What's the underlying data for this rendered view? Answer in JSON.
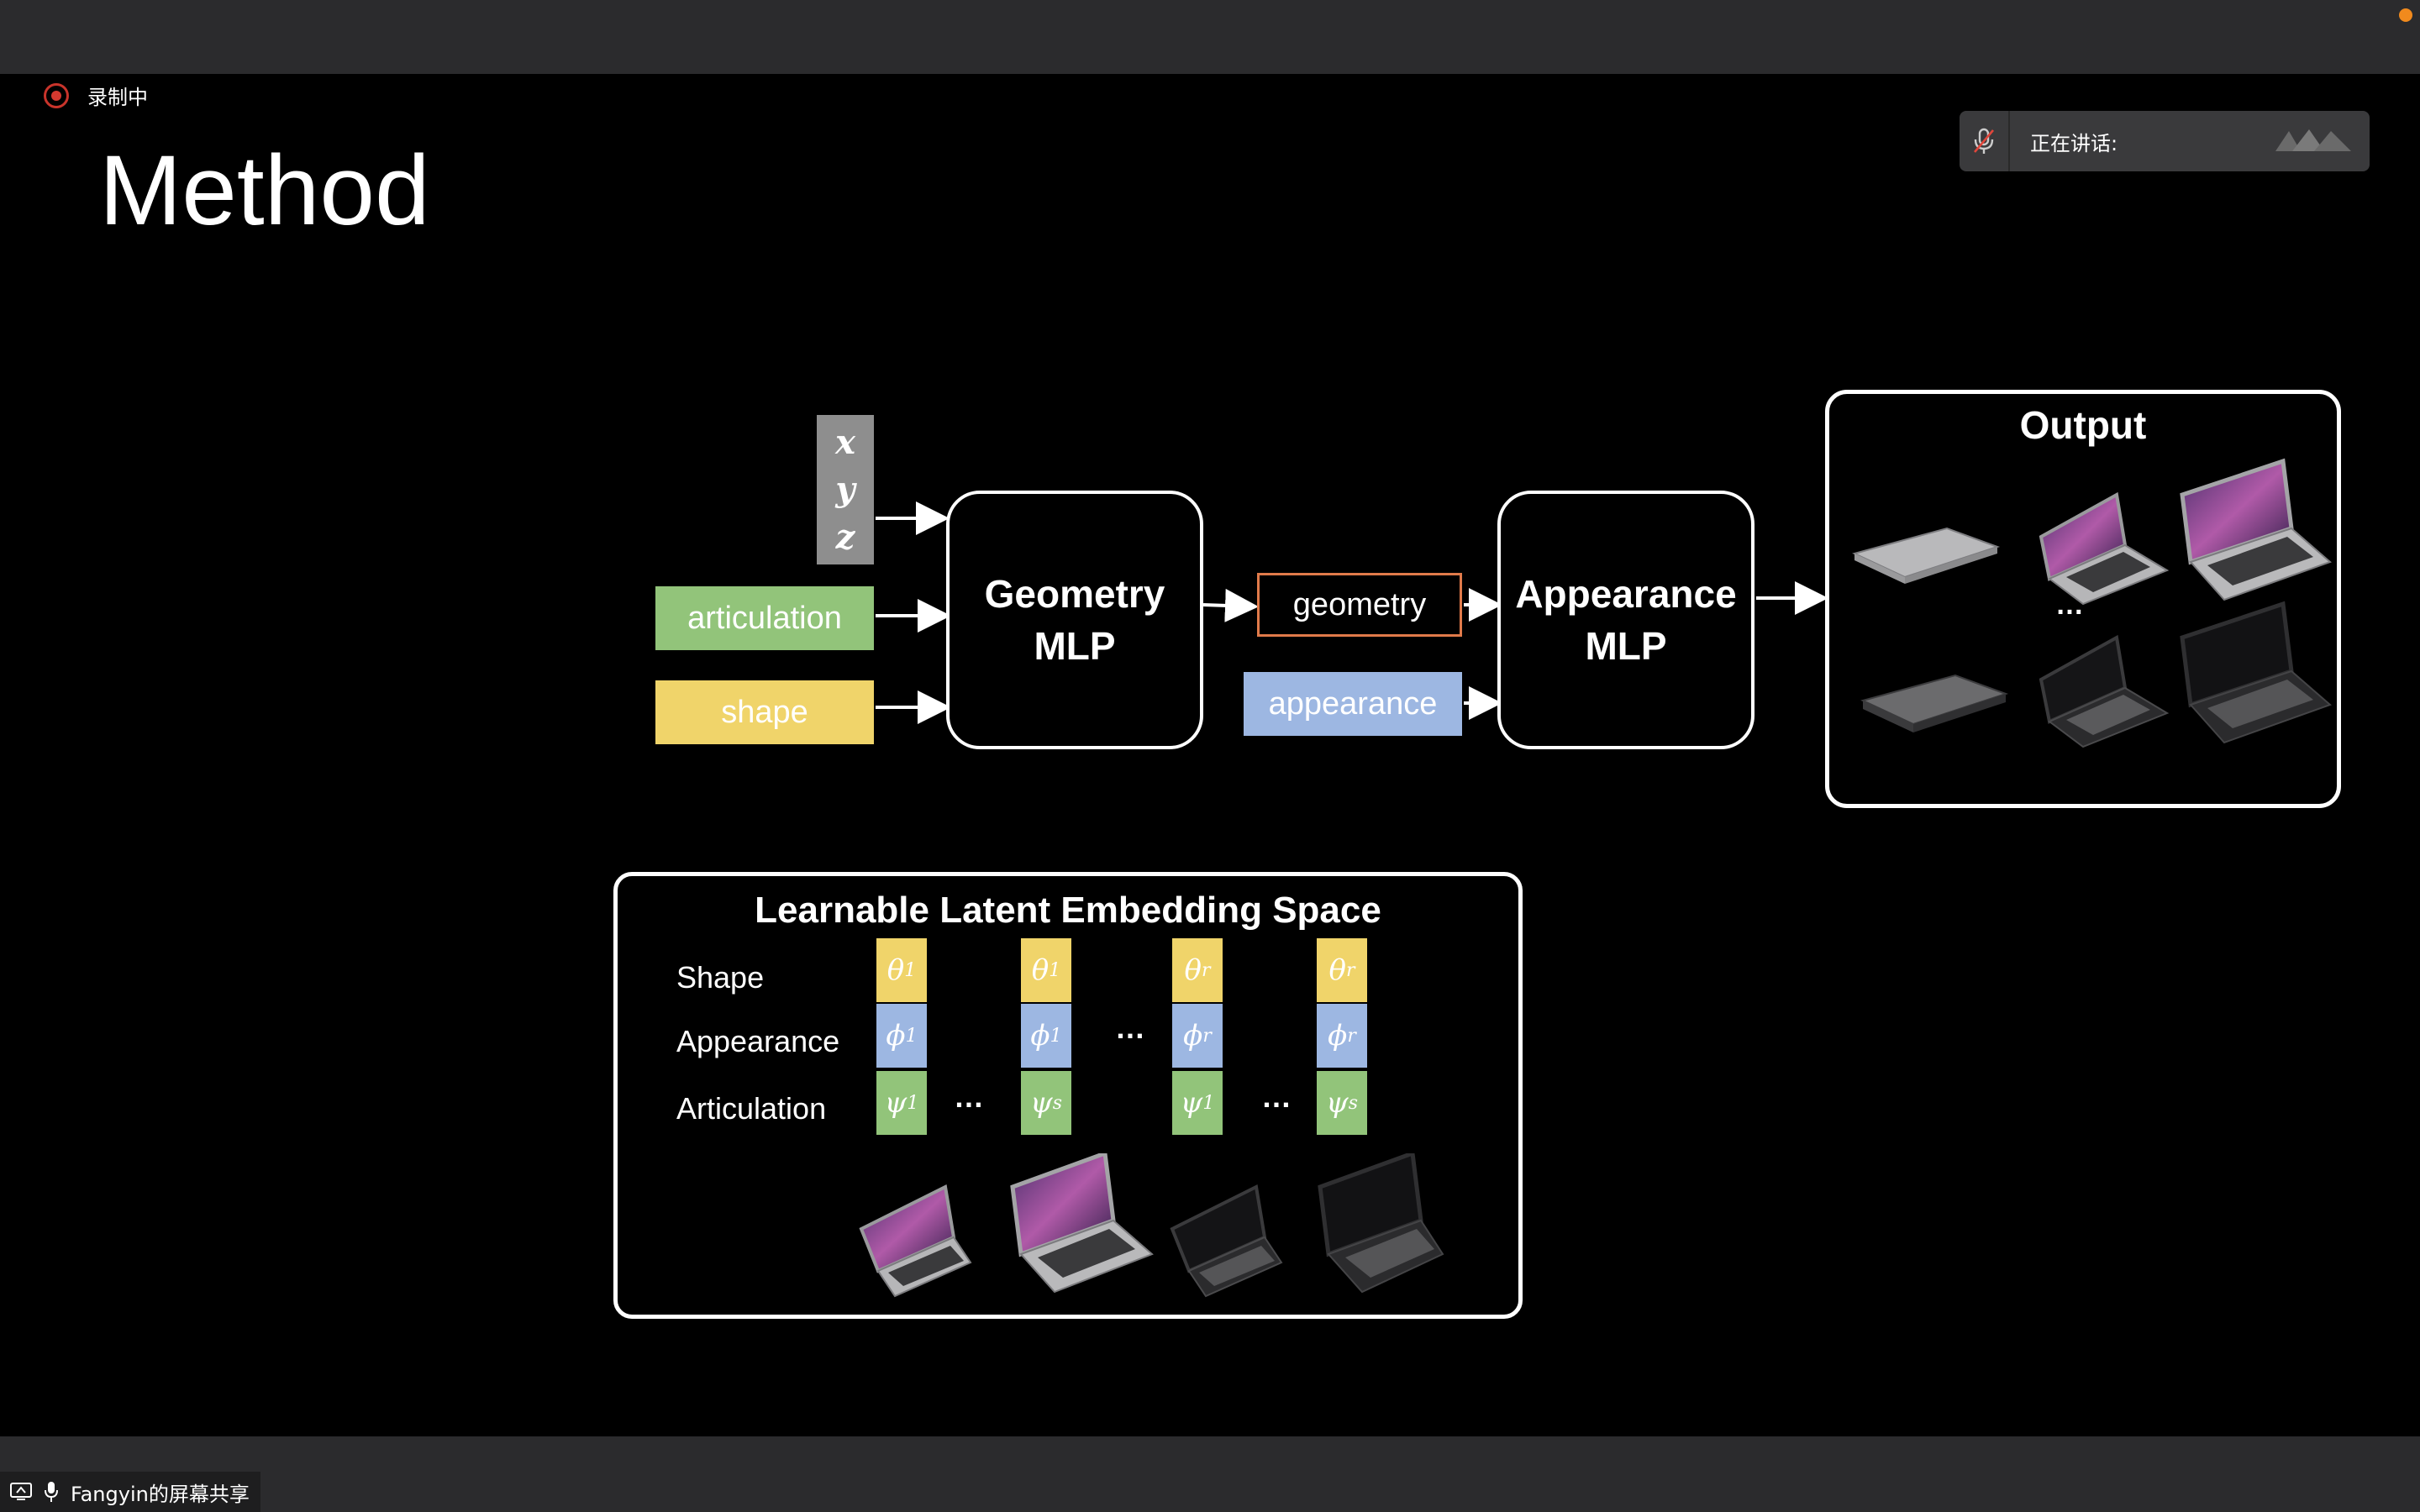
{
  "app": {
    "recording_label": "录制中",
    "speaker_label": "正在讲话:",
    "share_label": "Fangyin的屏幕共享"
  },
  "slide": {
    "title": "Method",
    "inputs": {
      "x": "x",
      "y": "y",
      "z": "z",
      "articulation": "articulation",
      "shape": "shape"
    },
    "geometry_mlp": {
      "line1": "Geometry",
      "line2": "MLP"
    },
    "geometry_out": "geometry",
    "appearance_in": "appearance",
    "appearance_mlp": {
      "line1": "Appearance",
      "line2": "MLP"
    },
    "output_title": "Output",
    "output_ellipsis": "…",
    "latent": {
      "title": "Learnable Latent Embedding Space",
      "rows": [
        "Shape",
        "Appearance",
        "Articulation"
      ],
      "columns": [
        {
          "shape": "θ",
          "shape_sub": "1",
          "appearance": "ϕ",
          "appearance_sub": "1",
          "articulation": "ψ",
          "articulation_sub": "1"
        },
        {
          "shape": "θ",
          "shape_sub": "1",
          "appearance": "ϕ",
          "appearance_sub": "1",
          "articulation": "ψ",
          "articulation_sub": "s"
        },
        {
          "shape": "θ",
          "shape_sub": "r",
          "appearance": "ϕ",
          "appearance_sub": "r",
          "articulation": "ψ",
          "articulation_sub": "1"
        },
        {
          "shape": "θ",
          "shape_sub": "r",
          "appearance": "ϕ",
          "appearance_sub": "r",
          "articulation": "ψ",
          "articulation_sub": "s"
        }
      ],
      "ellipsis": "…"
    }
  },
  "colors": {
    "shape": "#f0d46a",
    "appearance": "#9db7e2",
    "articulation": "#92c47a",
    "xyz": "#8e8e8e",
    "geometry_border": "#e07a4a",
    "record": "#d5392f"
  }
}
